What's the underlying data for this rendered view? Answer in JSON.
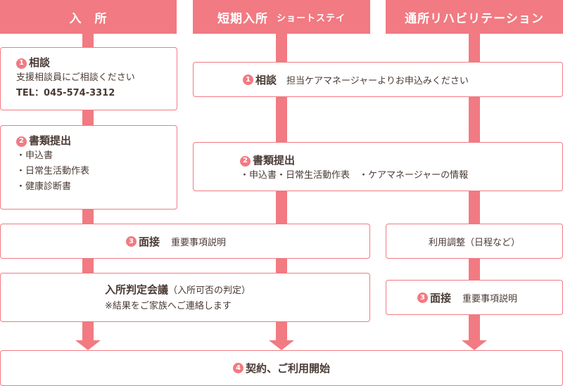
{
  "headers": {
    "nyusho": "入　所",
    "tanki_main": "短期入所",
    "tanki_sub": "ショートステイ",
    "tsusho": "通所リハビリテーション"
  },
  "left": {
    "step1": {
      "num": "1",
      "title": "相談",
      "line1": "支援相談員にご相談ください",
      "tel": "TEL：045-574-3312"
    },
    "step2": {
      "num": "2",
      "title": "書類提出",
      "items": [
        "・申込書",
        "・日常生活動作表",
        "・健康診断書"
      ]
    }
  },
  "middle": {
    "step1": {
      "num": "1",
      "title": "相談",
      "text": "担当ケアマネージャーよりお申込みください"
    },
    "step2": {
      "num": "2",
      "title": "書類提出",
      "text": "・申込書・日常生活動作表　・ケアマネージャーの情報"
    }
  },
  "shared": {
    "step3": {
      "num": "3",
      "title": "面接",
      "text": "重要事項説明"
    },
    "judge": {
      "title": "入所判定会議",
      "title_note": "（入所可否の判定）",
      "note": "※結果をご家族へご連絡します"
    },
    "step4": {
      "num": "4",
      "title": "契約、ご利用開始"
    }
  },
  "right": {
    "adjust": "利用調整（日程など）",
    "step3": {
      "num": "3",
      "title": "面接",
      "text": "重要事項説明"
    }
  }
}
